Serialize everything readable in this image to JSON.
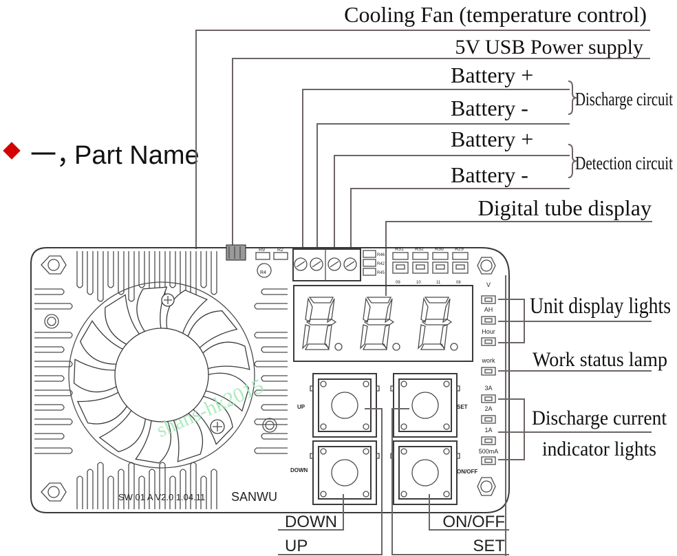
{
  "section": {
    "marker_color": "#d40000",
    "number": "一，",
    "title": "Part Name"
  },
  "callouts_top": [
    {
      "id": "cooling-fan",
      "label": "Cooling Fan (temperature control)"
    },
    {
      "id": "usb-power",
      "label": "5V USB Power supply"
    },
    {
      "id": "discharge-battery-plus",
      "label": "Battery +"
    },
    {
      "id": "discharge-battery-minus",
      "label": "Battery -"
    },
    {
      "id": "detection-battery-plus",
      "label": "Battery +"
    },
    {
      "id": "detection-battery-minus",
      "label": "Battery -"
    },
    {
      "id": "digital-tube",
      "label": "Digital tube display"
    }
  ],
  "groups": {
    "discharge_circuit": "Discharge circuit",
    "detection_circuit": "Detection circuit"
  },
  "callouts_right": {
    "unit_display": "Unit display lights",
    "work_status": "Work status lamp",
    "discharge_current_line1": "Discharge current",
    "discharge_current_line2": "indicator lights"
  },
  "callouts_bottom": {
    "down": "DOWN",
    "up": "UP",
    "onoff": "ON/OFF",
    "set": "SET"
  },
  "board": {
    "brand": "SANWU",
    "model": "SW 01 A V2.0 1.04.11",
    "watermark": "shans-hk2015",
    "watermark_color": "#9fe8b4",
    "resistors_top_left": [
      "R9",
      "R2",
      "R4"
    ],
    "resistors_column": [
      "R46",
      "R42",
      "R45"
    ],
    "resistors_display": [
      "R31",
      "R32",
      "R36",
      "R29"
    ],
    "pads_display": [
      "09",
      "10",
      "11",
      "08"
    ],
    "unit_leds": [
      "V",
      "AH",
      "Hour"
    ],
    "work_led": "work",
    "current_leds": [
      "3A",
      "2A",
      "1A",
      "500mA"
    ],
    "button_labels": {
      "up": "UP",
      "down": "DOWN",
      "set": "SET",
      "onoff": "ON/OFF"
    },
    "display_digits": 3
  }
}
